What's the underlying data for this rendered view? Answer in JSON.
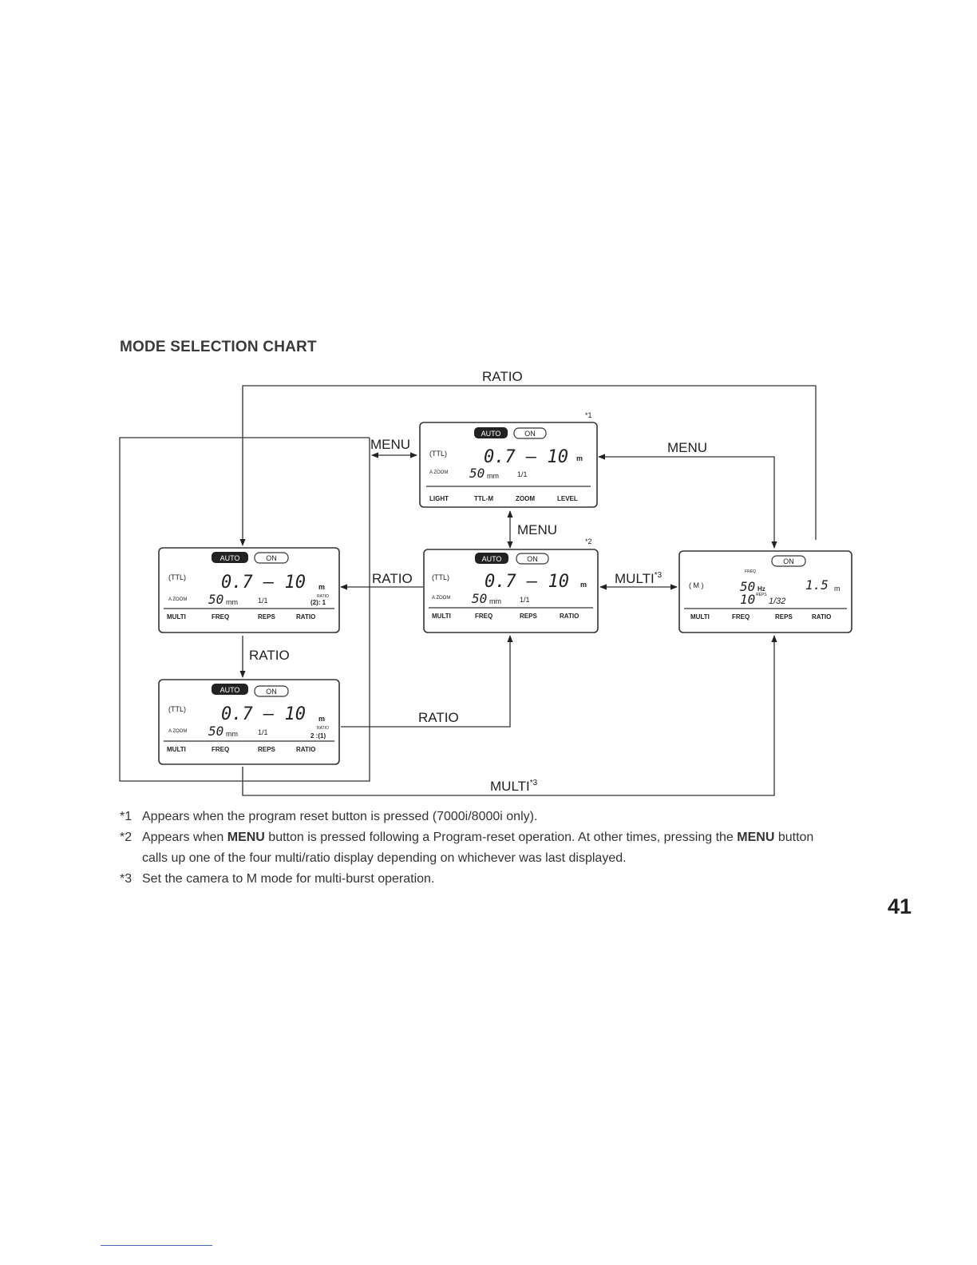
{
  "title": "MODE SELECTION CHART",
  "page_number": "41",
  "arrow_labels": {
    "ratio_top": "RATIO",
    "menu_left": "MENU",
    "menu_right": "MENU",
    "menu_center": "MENU",
    "ratio_center": "RATIO",
    "multi_right": "MULTI",
    "multi_right_sup": "*3",
    "ratio_left_vertical": "RATIO",
    "ratio_bottom": "RATIO",
    "multi_bottom": "MULTI",
    "multi_bottom_sup": "*3"
  },
  "panel_marks": {
    "top": "*1",
    "center": "*2"
  },
  "panels": {
    "top": {
      "auto": "AUTO",
      "on": "ON",
      "mode": "(TTL)",
      "range": "0.7 – 10",
      "unit": "m",
      "zoom_label": "A ZOOM",
      "zoom": "50",
      "zoom_unit": "mm",
      "level": "1/1",
      "menu": [
        "LIGHT",
        "TTL-M",
        "ZOOM",
        "LEVEL"
      ]
    },
    "center": {
      "auto": "AUTO",
      "on": "ON",
      "mode": "(TTL)",
      "range": "0.7 – 10",
      "unit": "m",
      "zoom_label": "A ZOOM",
      "zoom": "50",
      "zoom_unit": "mm",
      "level": "1/1",
      "menu": [
        "MULTI",
        "FREQ",
        "REPS",
        "RATIO"
      ]
    },
    "left_upper": {
      "auto": "AUTO",
      "on": "ON",
      "mode": "(TTL)",
      "range": "0.7 – 10",
      "unit": "m",
      "zoom_label": "A ZOOM",
      "zoom": "50",
      "zoom_unit": "mm",
      "level": "1/1",
      "ratio_label": "RATIO",
      "ratio": "(2): 1",
      "menu": [
        "MULTI",
        "FREQ",
        "REPS",
        "RATIO"
      ]
    },
    "left_lower": {
      "auto": "AUTO",
      "on": "ON",
      "mode": "(TTL)",
      "range": "0.7 – 10",
      "unit": "m",
      "zoom_label": "A ZOOM",
      "zoom": "50",
      "zoom_unit": "mm",
      "level": "1/1",
      "ratio_label": "RATIO",
      "ratio": "2 :(1)",
      "menu": [
        "MULTI",
        "FREQ",
        "REPS",
        "RATIO"
      ]
    },
    "right": {
      "on": "ON",
      "mode": "( M )",
      "freq_label": "FREQ",
      "freq": "50",
      "freq_unit": "Hz",
      "distance": "1.5",
      "unit": "m",
      "reps": "10",
      "reps_label": "REPS",
      "level": "1/32",
      "menu": [
        "MULTI",
        "FREQ",
        "REPS",
        "RATIO"
      ]
    }
  },
  "notes": [
    {
      "mark": "*1",
      "parts": [
        {
          "t": "Appears when the program reset button is pressed (7000i/8000i only)."
        }
      ]
    },
    {
      "mark": "*2",
      "parts": [
        {
          "t": "Appears when "
        },
        {
          "t": "MENU",
          "b": true
        },
        {
          "t": " button is pressed following a Program-reset operation.  At other times, pressing the "
        },
        {
          "t": "MENU",
          "b": true
        },
        {
          "t": " button calls up one of the four multi/ratio display depending on whichever was last displayed."
        }
      ]
    },
    {
      "mark": "*3",
      "parts": [
        {
          "t": "Set the camera to M mode for multi-burst operation."
        }
      ]
    }
  ]
}
